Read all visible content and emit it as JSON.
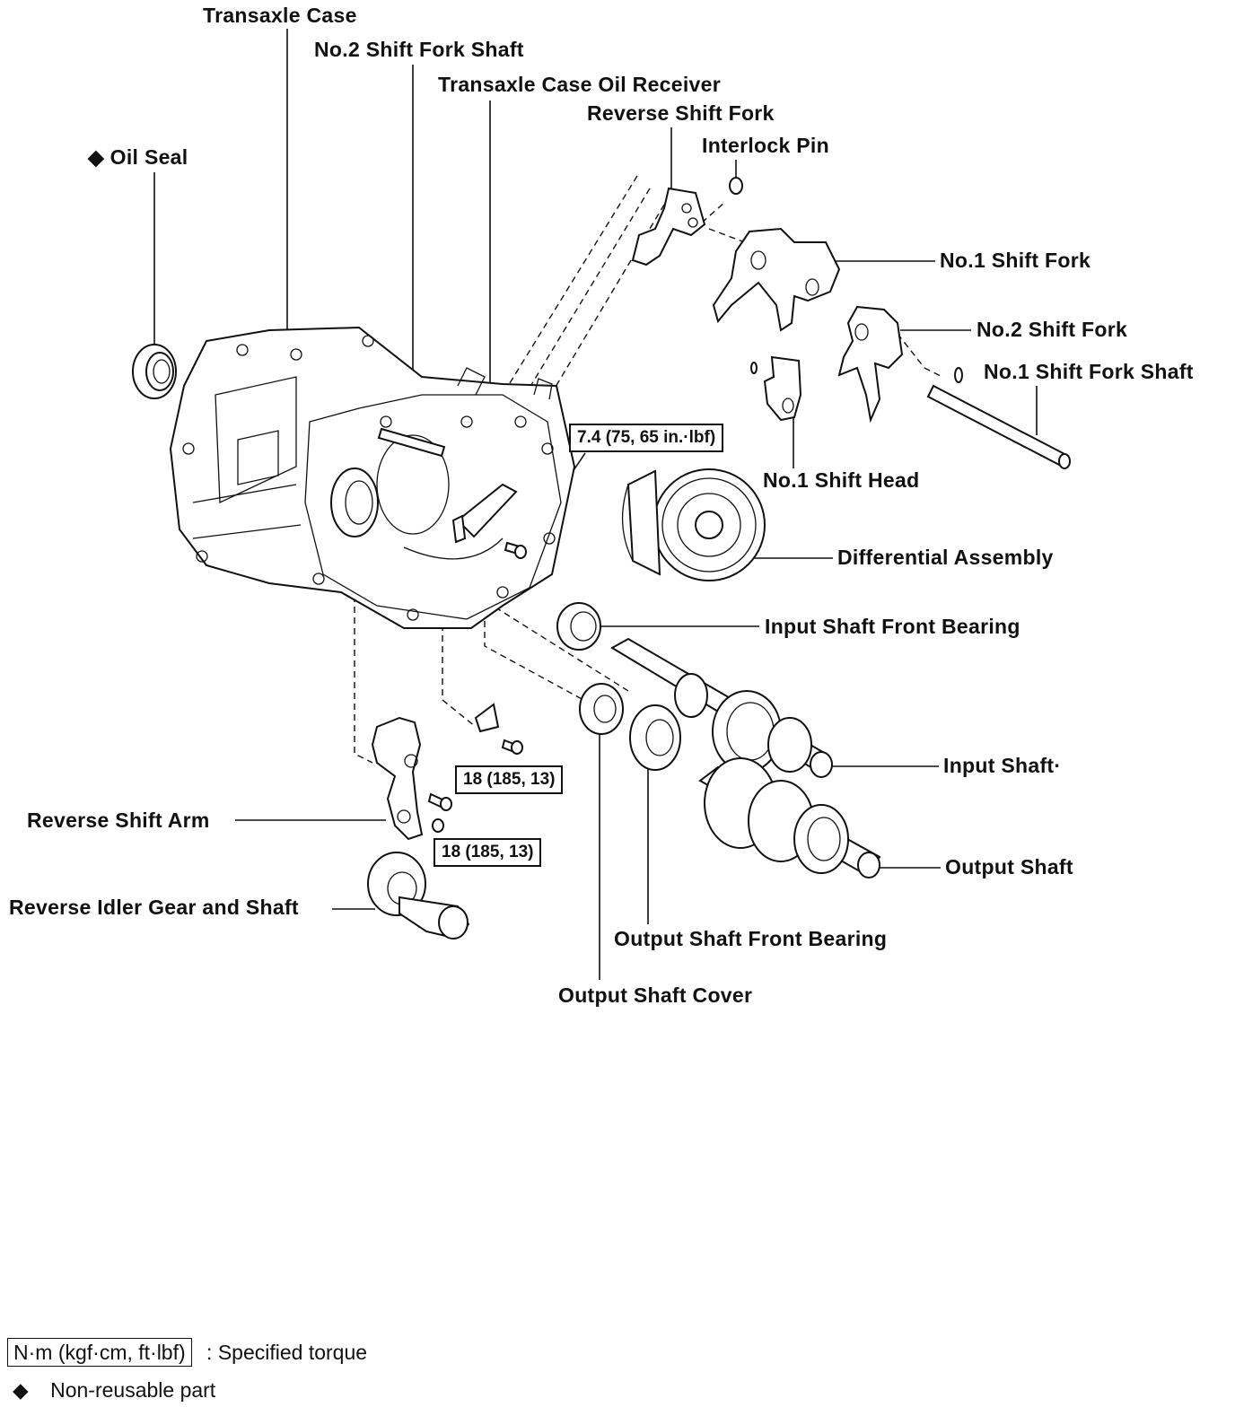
{
  "labels": {
    "transaxle_case": "Transaxle Case",
    "no2_shift_fork_shaft": "No.2 Shift Fork Shaft",
    "oil_receiver": "Transaxle Case Oil Receiver",
    "reverse_shift_fork": "Reverse Shift Fork",
    "interlock_pin": "Interlock Pin",
    "oil_seal": "◆ Oil Seal",
    "no1_shift_fork": "No.1 Shift Fork",
    "no2_shift_fork": "No.2 Shift Fork",
    "no1_shift_fork_shaft": "No.1 Shift Fork Shaft",
    "no1_shift_head": "No.1 Shift Head",
    "differential_assembly": "Differential Assembly",
    "input_shaft_front_bearing": "Input Shaft Front Bearing",
    "input_shaft": "Input Shaft·",
    "output_shaft": "Output Shaft",
    "output_shaft_front_bearing": "Output Shaft Front Bearing",
    "output_shaft_cover": "Output Shaft Cover",
    "reverse_shift_arm": "Reverse Shift Arm",
    "reverse_idler_gear": "Reverse Idler Gear and Shaft"
  },
  "torques": {
    "oil_receiver_bolt": "7.4 (75, 65 in.·lbf)",
    "bolt_a": "18 (185, 13)",
    "bolt_b": "18 (185, 13)"
  },
  "legend": {
    "torque_unit": "N·m (kgf·cm, ft·lbf)",
    "torque_desc": ":  Specified torque",
    "nonreusable_symbol": "◆",
    "nonreusable_desc": "Non-reusable part"
  }
}
